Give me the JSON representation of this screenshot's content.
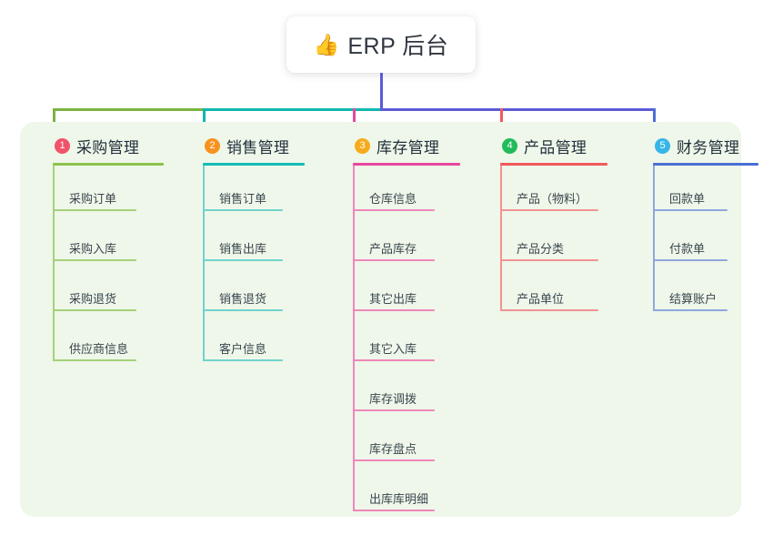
{
  "root": {
    "emoji": "👍",
    "emoji_name": "thumbs-up-emoji",
    "title": "ERP 后台"
  },
  "theme": {
    "page_bg": "#ffffff",
    "panel_bg": "#eef7e9",
    "card_bg": "#ffffff",
    "text_dark": "#22303c",
    "text_leaf": "#3b4650",
    "trunk": "#5b5bd6"
  },
  "connectors": {
    "trunk_color": "#5b5bd6",
    "bar_segments": [
      {
        "name": "bar-green",
        "color": "#7cb342"
      },
      {
        "name": "bar-teal",
        "color": "#0fb8ae"
      },
      {
        "name": "bar-purple",
        "color": "#5b5bd6"
      }
    ],
    "drops": [
      {
        "name": "drop-to-col-1",
        "color": "#7cb342"
      },
      {
        "name": "drop-to-col-2",
        "color": "#0fb8ae"
      },
      {
        "name": "drop-to-col-3",
        "color": "#e8489f"
      },
      {
        "name": "drop-to-col-4",
        "color": "#f2585b"
      },
      {
        "name": "drop-to-col-5",
        "color": "#4a6fd4"
      }
    ]
  },
  "columns": [
    {
      "index": "1",
      "title": "采购管理",
      "badge_color": "#f0536a",
      "rule_color": "#8bc34a",
      "line_color": "#a5d17a",
      "rule_width": 122,
      "leaf_rule_width": 92,
      "items": [
        {
          "label": "采购订单"
        },
        {
          "label": "采购入库"
        },
        {
          "label": "采购退货"
        },
        {
          "label": "供应商信息"
        }
      ]
    },
    {
      "index": "2",
      "title": "销售管理",
      "badge_color": "#f7921e",
      "rule_color": "#12bdb6",
      "line_color": "#6fd3cd",
      "rule_width": 112,
      "leaf_rule_width": 88,
      "items": [
        {
          "label": "销售订单"
        },
        {
          "label": "销售出库"
        },
        {
          "label": "销售退货"
        },
        {
          "label": "客户信息"
        }
      ]
    },
    {
      "index": "3",
      "title": "库存管理",
      "badge_color": "#f5ab1c",
      "rule_color": "#e8489f",
      "line_color": "#ef86bb",
      "rule_width": 118,
      "leaf_rule_width": 90,
      "items": [
        {
          "label": "仓库信息"
        },
        {
          "label": "产品库存"
        },
        {
          "label": "其它出库"
        },
        {
          "label": "其它入库"
        },
        {
          "label": "库存调拨"
        },
        {
          "label": "库存盘点"
        },
        {
          "label": "出库库明细"
        }
      ]
    },
    {
      "index": "4",
      "title": "产品管理",
      "badge_color": "#22bb5b",
      "rule_color": "#f2585b",
      "line_color": "#f39294",
      "rule_width": 118,
      "leaf_rule_width": 108,
      "items": [
        {
          "label": "产品（物料）"
        },
        {
          "label": "产品分类"
        },
        {
          "label": "产品单位"
        }
      ]
    },
    {
      "index": "5",
      "title": "财务管理",
      "badge_color": "#36b5e8",
      "rule_color": "#4a6fd4",
      "line_color": "#8fa7de",
      "rule_width": 116,
      "leaf_rule_width": 82,
      "items": [
        {
          "label": "回款单"
        },
        {
          "label": "付款单"
        },
        {
          "label": "结算账户"
        }
      ]
    }
  ]
}
